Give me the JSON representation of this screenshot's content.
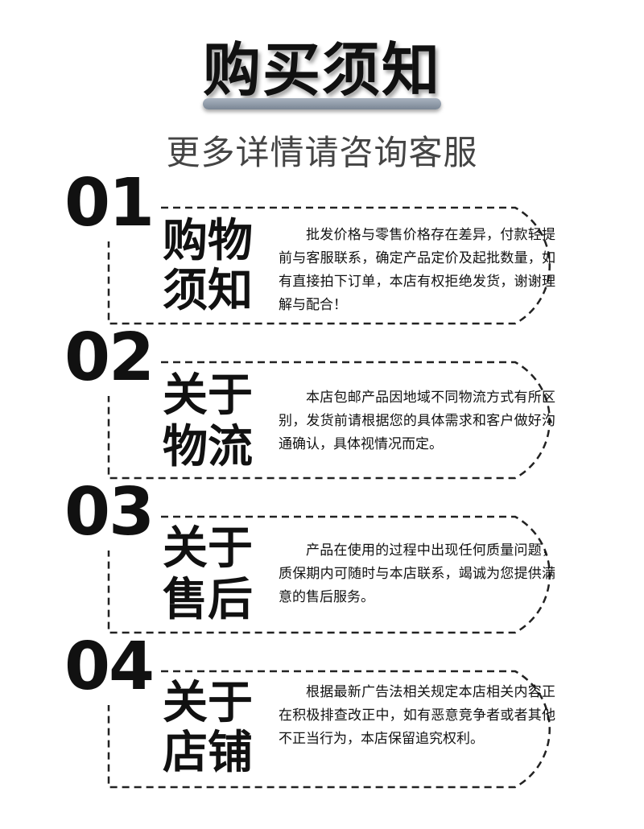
{
  "header": {
    "title": "购买须知",
    "subtitle": "更多详情请咨询客服"
  },
  "sections": [
    {
      "number": "01",
      "heading_line1": "购物",
      "heading_line2": "须知",
      "text": "批发价格与零售价格存在差异，付款轻提前与客服联系，确定产品定价及起批数量，如有直接拍下订单，本店有权拒绝发货，谢谢理解与配合！"
    },
    {
      "number": "02",
      "heading_line1": "关于",
      "heading_line2": "物流",
      "text": "本店包邮产品因地域不同物流方式有所区别，发货前请根据您的具体需求和客户做好沟通确认，具体视情况而定。"
    },
    {
      "number": "03",
      "heading_line1": "关于",
      "heading_line2": "售后",
      "text": "产品在使用的过程中出现任何质量问题，质保期内可随时与本店联系，竭诚为您提供满意的售后服务。"
    },
    {
      "number": "04",
      "heading_line1": "关于",
      "heading_line2": "店铺",
      "text": "根据最新广告法相关规定本店相关内容正在积极排查改正中，如有恶意竞争者或者其他不正当行为，本店保留追究权利。"
    }
  ]
}
